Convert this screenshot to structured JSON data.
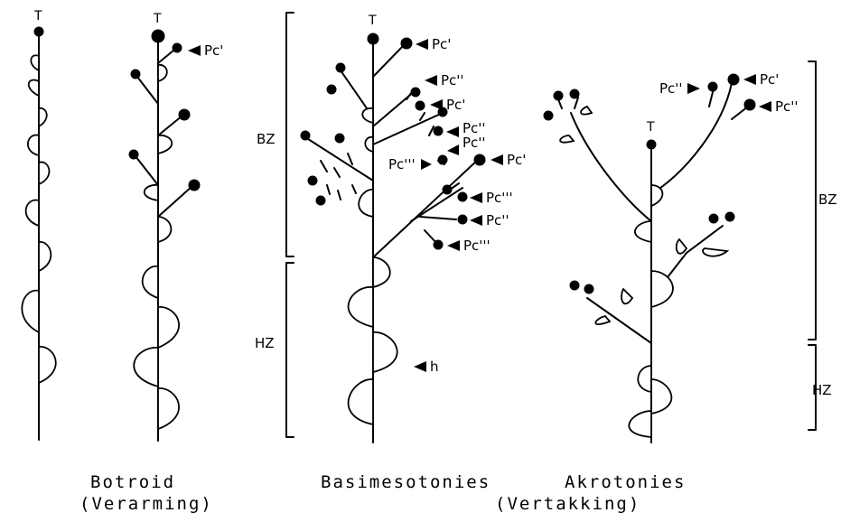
{
  "top_labels": {
    "t1": "T",
    "t2": "T",
    "t3": "T",
    "t4": "T"
  },
  "pc_labels": {
    "p1": "Pc'",
    "p2": "Pc'",
    "p3": "Pc''",
    "p4": "Pc'",
    "p5": "Pc''",
    "p6": "Pc''",
    "p7": "Pc'''",
    "p8": "Pc'",
    "p9": "Pc'''",
    "p10": "Pc''",
    "p11": "Pc'''",
    "p12": "Pc''",
    "p13": "Pc'",
    "p14": "Pc''"
  },
  "zones": {
    "bz_left": "BZ",
    "hz_left": "HZ",
    "bz_right": "BZ",
    "hz_right": "HZ",
    "h": "h"
  },
  "captions": {
    "botroid": "Botroid",
    "verarming": "(Verarming)",
    "basimesotonies": "Basimesotonies",
    "vertakking": "(Vertakking)",
    "akrotonies": "Akrotonies"
  }
}
